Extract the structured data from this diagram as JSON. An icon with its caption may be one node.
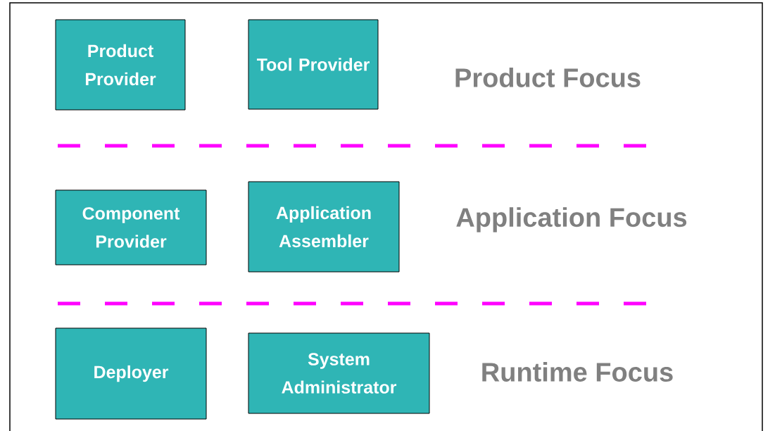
{
  "diagram": {
    "nodes": [
      {
        "text": [
          "Product Provider"
        ]
      },
      {
        "text": [
          "Tool Provider"
        ]
      },
      {
        "text": [
          "Component Provider"
        ]
      },
      {
        "text": [
          "Application Assembler"
        ]
      },
      {
        "text": [
          "Deployer"
        ]
      },
      {
        "text": [
          "System Administrator"
        ]
      }
    ],
    "labels": [
      "Product Focus",
      "Application Focus",
      "Runtime Focus"
    ]
  }
}
